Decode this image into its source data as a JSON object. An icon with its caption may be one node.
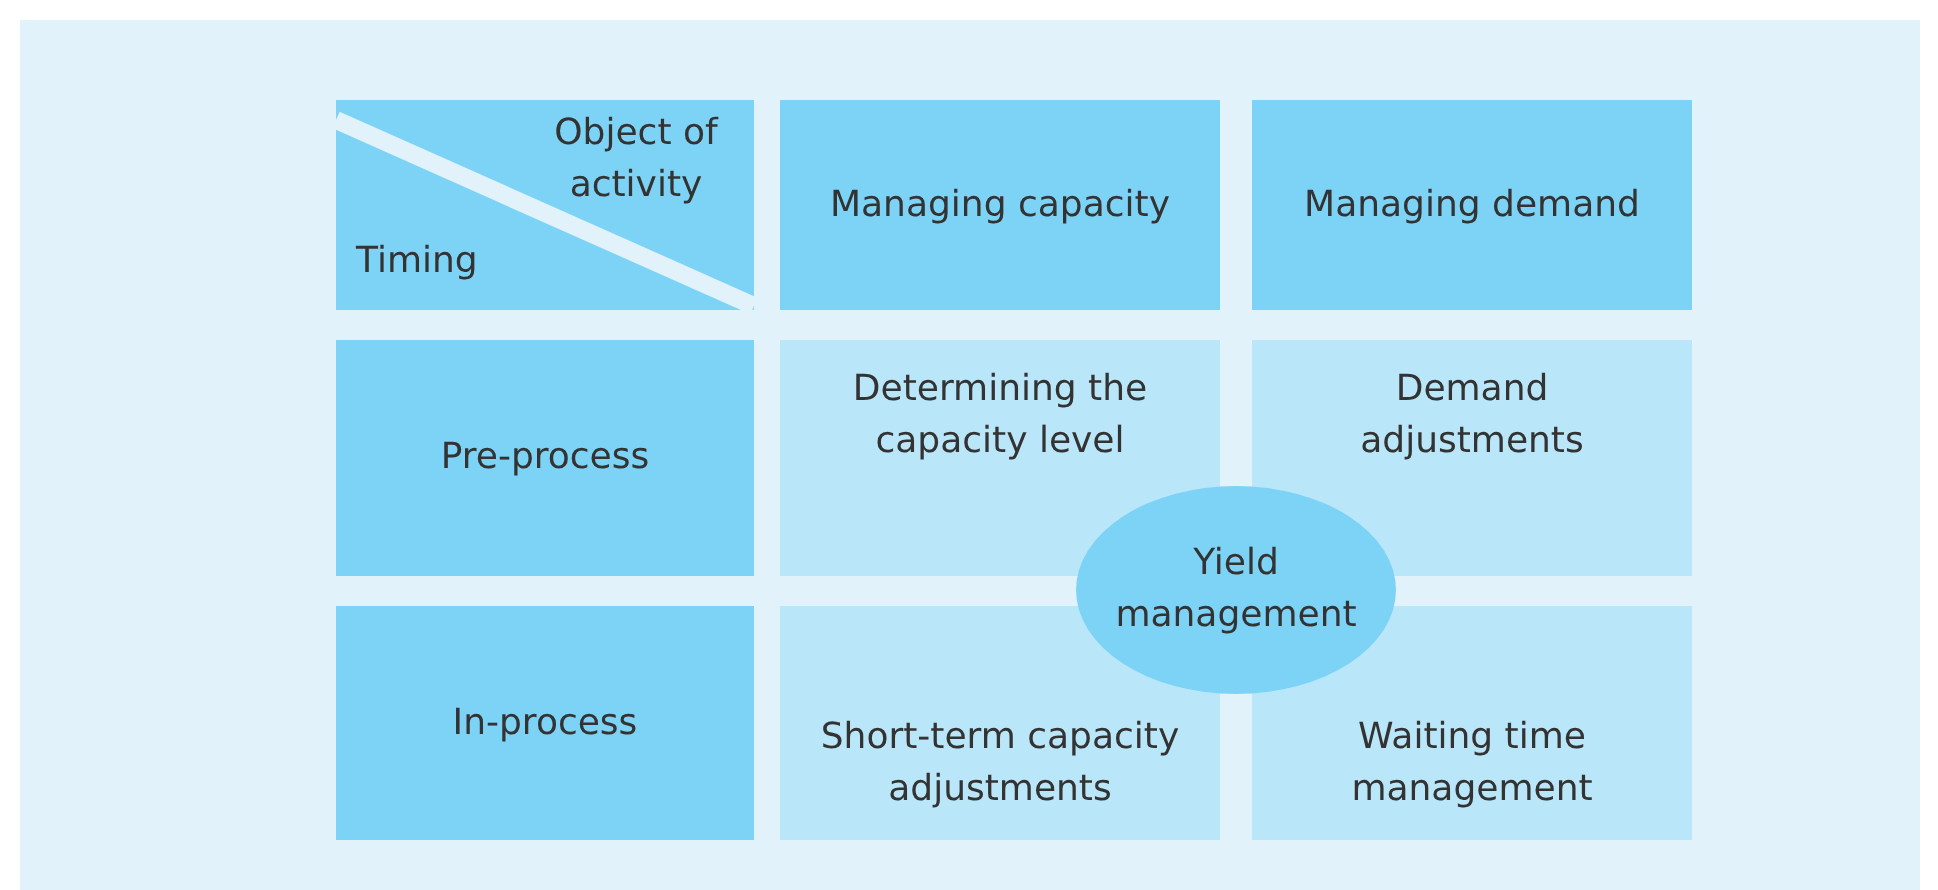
{
  "diagram": {
    "nodes": [
      {
        "text": [
          "Object of activity",
          "Timing"
        ]
      },
      {
        "text": [
          "Managing capacity"
        ]
      },
      {
        "text": [
          "Managing demand"
        ]
      },
      {
        "text": [
          "Pre-process"
        ]
      },
      {
        "text": [
          "Determining the capacity level"
        ]
      },
      {
        "text": [
          "Demand adjustments"
        ]
      },
      {
        "text": [
          "In-process"
        ]
      },
      {
        "text": [
          "Short-term capacity adjustments"
        ]
      },
      {
        "text": [
          "Waiting time management"
        ]
      },
      {
        "text": [
          "Yield management"
        ]
      }
    ]
  }
}
